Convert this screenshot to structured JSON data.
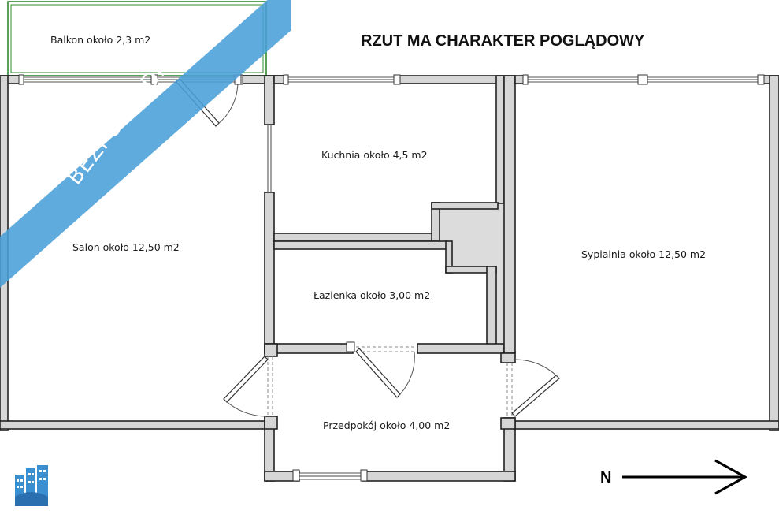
{
  "title": "RZUT MA CHARAKTER POGLĄDOWY",
  "banner": "BEZPOŚREDNIO",
  "north_label": "N",
  "rooms": {
    "balkon": "Balkon około 2,3 m2",
    "kuchnia": "Kuchnia około 4,5 m2",
    "salon": "Salon około 12,50 m2",
    "lazienka": "Łazienka około 3,00 m2",
    "sypialnia": "Sypialnia około 12,50 m2",
    "przedpokoj": "Przedpokój około 4,00 m2"
  },
  "colors": {
    "banner": "#4a9fd8",
    "balcony_outline": "#2e8b2e",
    "wall_fill": "#d6d6d6",
    "shaft_fill": "#dcdcdc",
    "logo": "#3a8fd0"
  },
  "icons": {
    "logo": "buildings-logo-icon",
    "north_arrow": "arrow-right-icon"
  }
}
